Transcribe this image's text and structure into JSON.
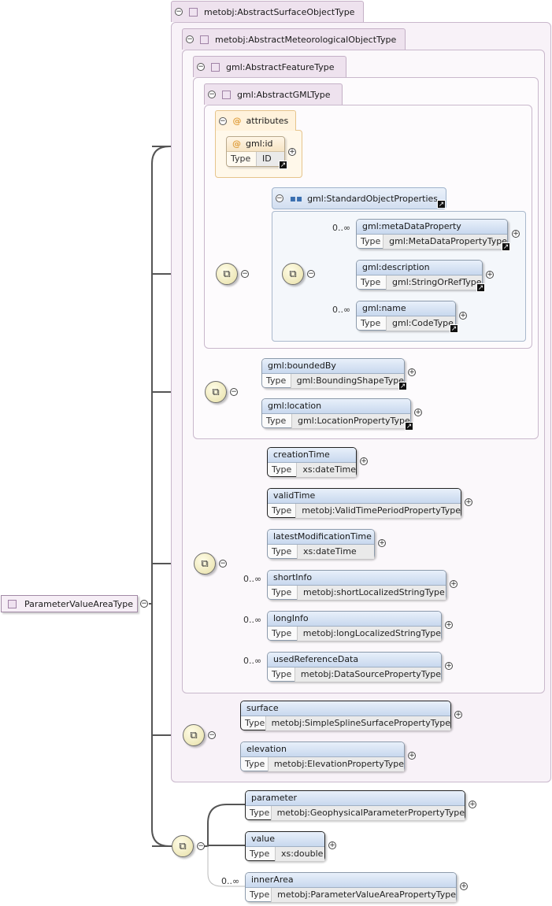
{
  "root": {
    "name": "ParameterValueAreaType"
  },
  "types": {
    "surface_object": "metobj:AbstractSurfaceObjectType",
    "meteorological_object": "metobj:AbstractMeteorologicalObjectType",
    "feature": "gml:AbstractFeatureType",
    "gml": "gml:AbstractGMLType"
  },
  "attributes": {
    "title": "attributes",
    "id": {
      "name": "gml:id",
      "type_key": "Type",
      "type": "ID"
    }
  },
  "standard_object_properties": {
    "title": "gml:StandardObjectProperties",
    "elements": [
      {
        "name": "gml:metaDataProperty",
        "type_key": "Type",
        "type": "gml:MetaDataPropertyType",
        "occurs": "0..∞"
      },
      {
        "name": "gml:description",
        "type_key": "Type",
        "type": "gml:StringOrRefType",
        "occurs": ""
      },
      {
        "name": "gml:name",
        "type_key": "Type",
        "type": "gml:CodeType",
        "occurs": "0..∞"
      }
    ]
  },
  "feature_elements": [
    {
      "name": "gml:boundedBy",
      "type_key": "Type",
      "type": "gml:BoundingShapeType"
    },
    {
      "name": "gml:location",
      "type_key": "Type",
      "type": "gml:LocationPropertyType"
    }
  ],
  "meteorological_elements": [
    {
      "name": "creationTime",
      "type_key": "Type",
      "type": "xs:dateTime",
      "occurs": ""
    },
    {
      "name": "validTime",
      "type_key": "Type",
      "type": "metobj:ValidTimePeriodPropertyType",
      "occurs": ""
    },
    {
      "name": "latestModificationTime",
      "type_key": "Type",
      "type": "xs:dateTime",
      "occurs": ""
    },
    {
      "name": "shortInfo",
      "type_key": "Type",
      "type": "metobj:shortLocalizedStringType",
      "occurs": "0..∞"
    },
    {
      "name": "longInfo",
      "type_key": "Type",
      "type": "metobj:longLocalizedStringType",
      "occurs": "0..∞"
    },
    {
      "name": "usedReferenceData",
      "type_key": "Type",
      "type": "metobj:DataSourcePropertyType",
      "occurs": "0..∞"
    }
  ],
  "surface_elements": [
    {
      "name": "surface",
      "type_key": "Type",
      "type": "metobj:SimpleSplineSurfacePropertyType"
    },
    {
      "name": "elevation",
      "type_key": "Type",
      "type": "metobj:ElevationPropertyType"
    }
  ],
  "parameter_elements": [
    {
      "name": "parameter",
      "type_key": "Type",
      "type": "metobj:GeophysicalParameterPropertyType",
      "occurs": ""
    },
    {
      "name": "value",
      "type_key": "Type",
      "type": "xs:double",
      "occurs": ""
    },
    {
      "name": "innerArea",
      "type_key": "Type",
      "type": "metobj:ParameterValueAreaPropertyType",
      "occurs": "0..∞"
    }
  ]
}
